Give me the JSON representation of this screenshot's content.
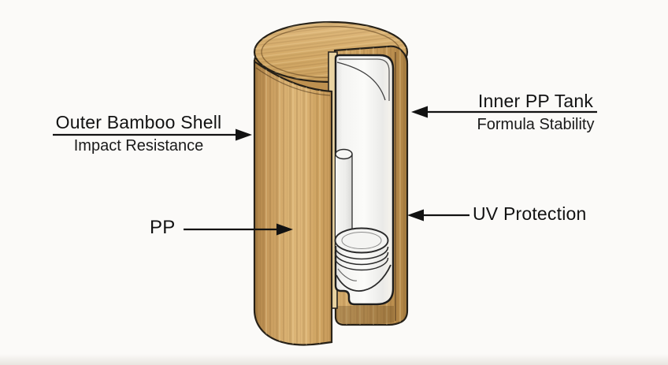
{
  "scene": {
    "description": "Cutaway diagram of a cylindrical bamboo cosmetic jar revealing an inner white PP tank with piston and dip tube",
    "background_color": "#FBFAF8"
  },
  "labels": {
    "outer_shell": {
      "title": "Outer Bamboo Shell",
      "subtitle": "Impact Resistance",
      "arrow_direction": "right"
    },
    "inner_tank": {
      "title": "Inner PP Tank",
      "subtitle": "Formula Stability",
      "arrow_direction": "left"
    },
    "pp": {
      "title": "PP",
      "arrow_direction": "right"
    },
    "uv": {
      "title": "UV Protection",
      "arrow_direction": "left"
    }
  },
  "palette": {
    "bamboo_light": "#DDB678",
    "bamboo_mid": "#C99C5B",
    "bamboo_dark": "#A87E41",
    "tank_white": "#F6F6F4",
    "outline": "#241F17",
    "text": "#141414",
    "arrow": "#121212"
  }
}
